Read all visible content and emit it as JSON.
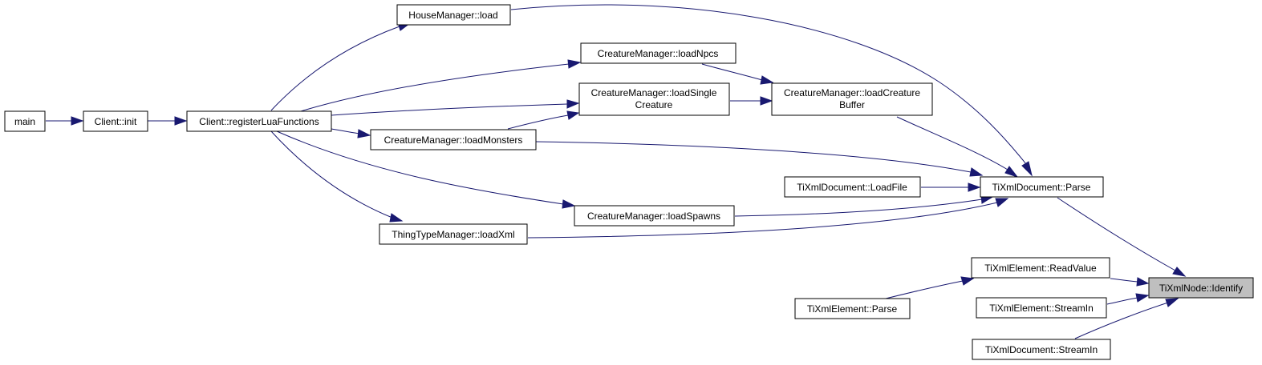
{
  "graph": {
    "nodes": {
      "main": "main",
      "client_init": "Client::init",
      "register_lua": "Client::registerLuaFunctions",
      "house_load": "HouseManager::load",
      "cm_load_npcs": "CreatureManager::loadNpcs",
      "cm_load_single_creature": [
        "CreatureManager::loadSingle",
        "Creature"
      ],
      "cm_load_monsters": "CreatureManager::loadMonsters",
      "cm_load_creature_buffer": [
        "CreatureManager::loadCreature",
        "Buffer"
      ],
      "doc_load_file": "TiXmlDocument::LoadFile",
      "doc_parse": "TiXmlDocument::Parse",
      "cm_load_spawns": "CreatureManager::loadSpawns",
      "thing_load_xml": "ThingTypeManager::loadXml",
      "el_read_value": "TiXmlElement::ReadValue",
      "el_parse": "TiXmlElement::Parse",
      "el_stream_in": "TiXmlElement::StreamIn",
      "doc_stream_in": "TiXmlDocument::StreamIn",
      "node_identify": "TiXmlNode::Identify"
    },
    "colors": {
      "edge": "#191970",
      "highlight_fill": "#bfbfbf",
      "node_stroke": "#000000"
    }
  }
}
